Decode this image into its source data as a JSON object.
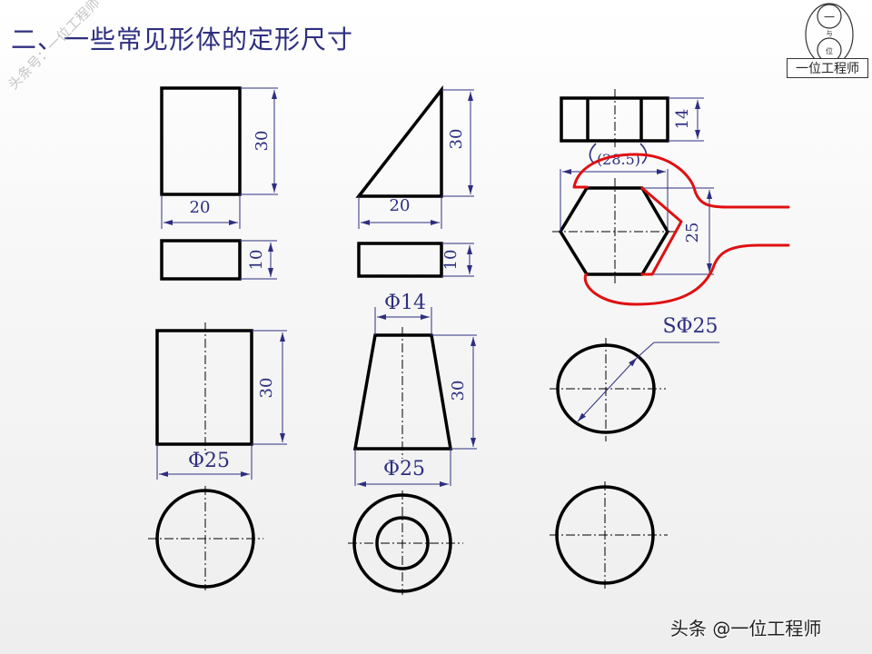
{
  "slide": {
    "title": "二、一些常见形体的定形尺寸",
    "watermark": "头条号：一位工程师",
    "logo": {
      "top_char": "一",
      "middle_char": "与",
      "bottom_char": "位",
      "label": "一位工程师"
    },
    "footer": "头条 @一位工程师"
  },
  "colors": {
    "outline": "#000000",
    "dimension": "#2e2f80",
    "wrench": "#e01010",
    "title": "#2e2f80"
  },
  "shapes": {
    "prism": {
      "name": "rectangular prism",
      "width_label": "20",
      "height_label": "30",
      "depth_label": "10"
    },
    "wedge": {
      "name": "triangular prism",
      "width_label": "20",
      "height_label": "30",
      "depth_label": "10"
    },
    "hex_prism": {
      "name": "hexagonal prism",
      "height_label": "14",
      "across_corners_label": "(28.5)",
      "across_flats_label": "25"
    },
    "cylinder": {
      "name": "cylinder",
      "height_label": "30",
      "diameter_label": "Φ25"
    },
    "frustum": {
      "name": "truncated cone",
      "top_diameter_label": "Φ14",
      "height_label": "30",
      "bottom_diameter_label": "Φ25"
    },
    "sphere": {
      "name": "sphere",
      "diameter_label": "SΦ25"
    }
  }
}
